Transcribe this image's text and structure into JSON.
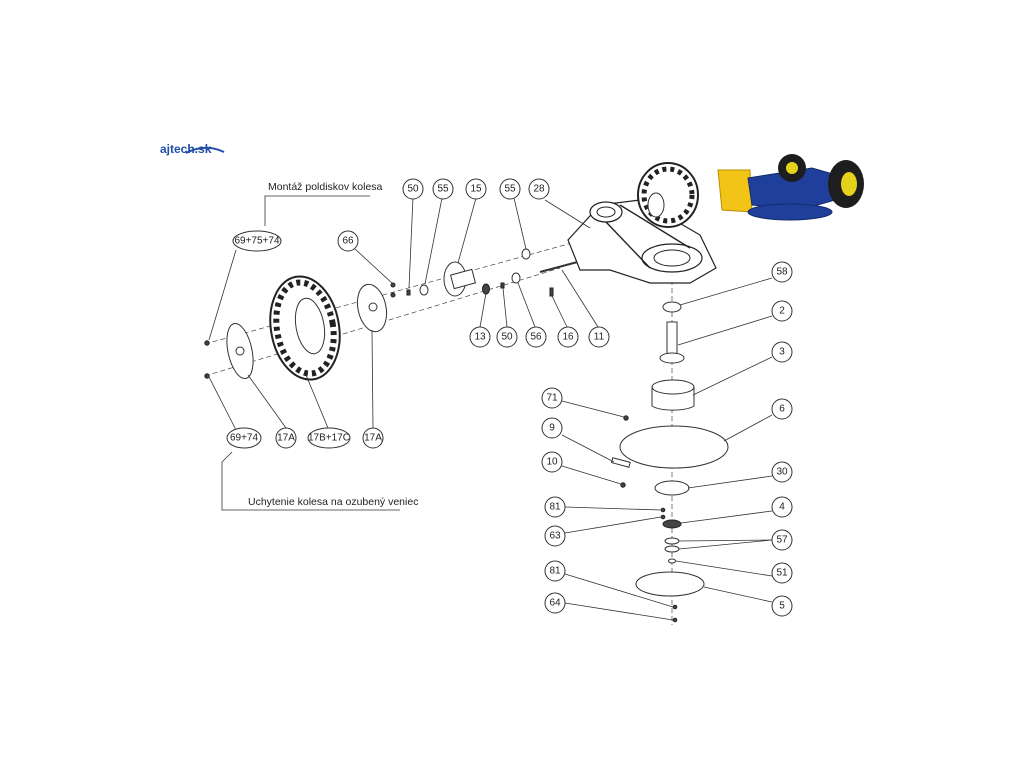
{
  "logo": {
    "text": "ajtech.sk",
    "accent_color": "#1f4fa8"
  },
  "notes": {
    "top": "Montáž poldiskov kolesa",
    "bottom": "Uchytenie kolesa na ozubený veniec"
  },
  "callouts": {
    "c69_75_74": "69+75+74",
    "c69_74": "69+74",
    "c66": "66",
    "c50_top": "50",
    "c55_a": "55",
    "c15": "15",
    "c55_b": "55",
    "c28": "28",
    "c13": "13",
    "c50_bottom": "50",
    "c56": "56",
    "c16": "16",
    "c11": "11",
    "c17a_left": "17A",
    "c17b_17c": "17B+17C",
    "c17a_right": "17A",
    "c58": "58",
    "c2": "2",
    "c3": "3",
    "c6": "6",
    "c30": "30",
    "c4": "4",
    "c57": "57",
    "c51": "51",
    "c5": "5",
    "c71": "71",
    "c9": "9",
    "c10": "10",
    "c81_top": "81",
    "c63": "63",
    "c81_bottom": "81",
    "c64": "64"
  },
  "colors": {
    "machine_blue": "#1f3f9a",
    "deflector_yellow": "#f2c418",
    "tire_black": "#1e1e1e",
    "rim_yellow": "#e6d11c"
  }
}
